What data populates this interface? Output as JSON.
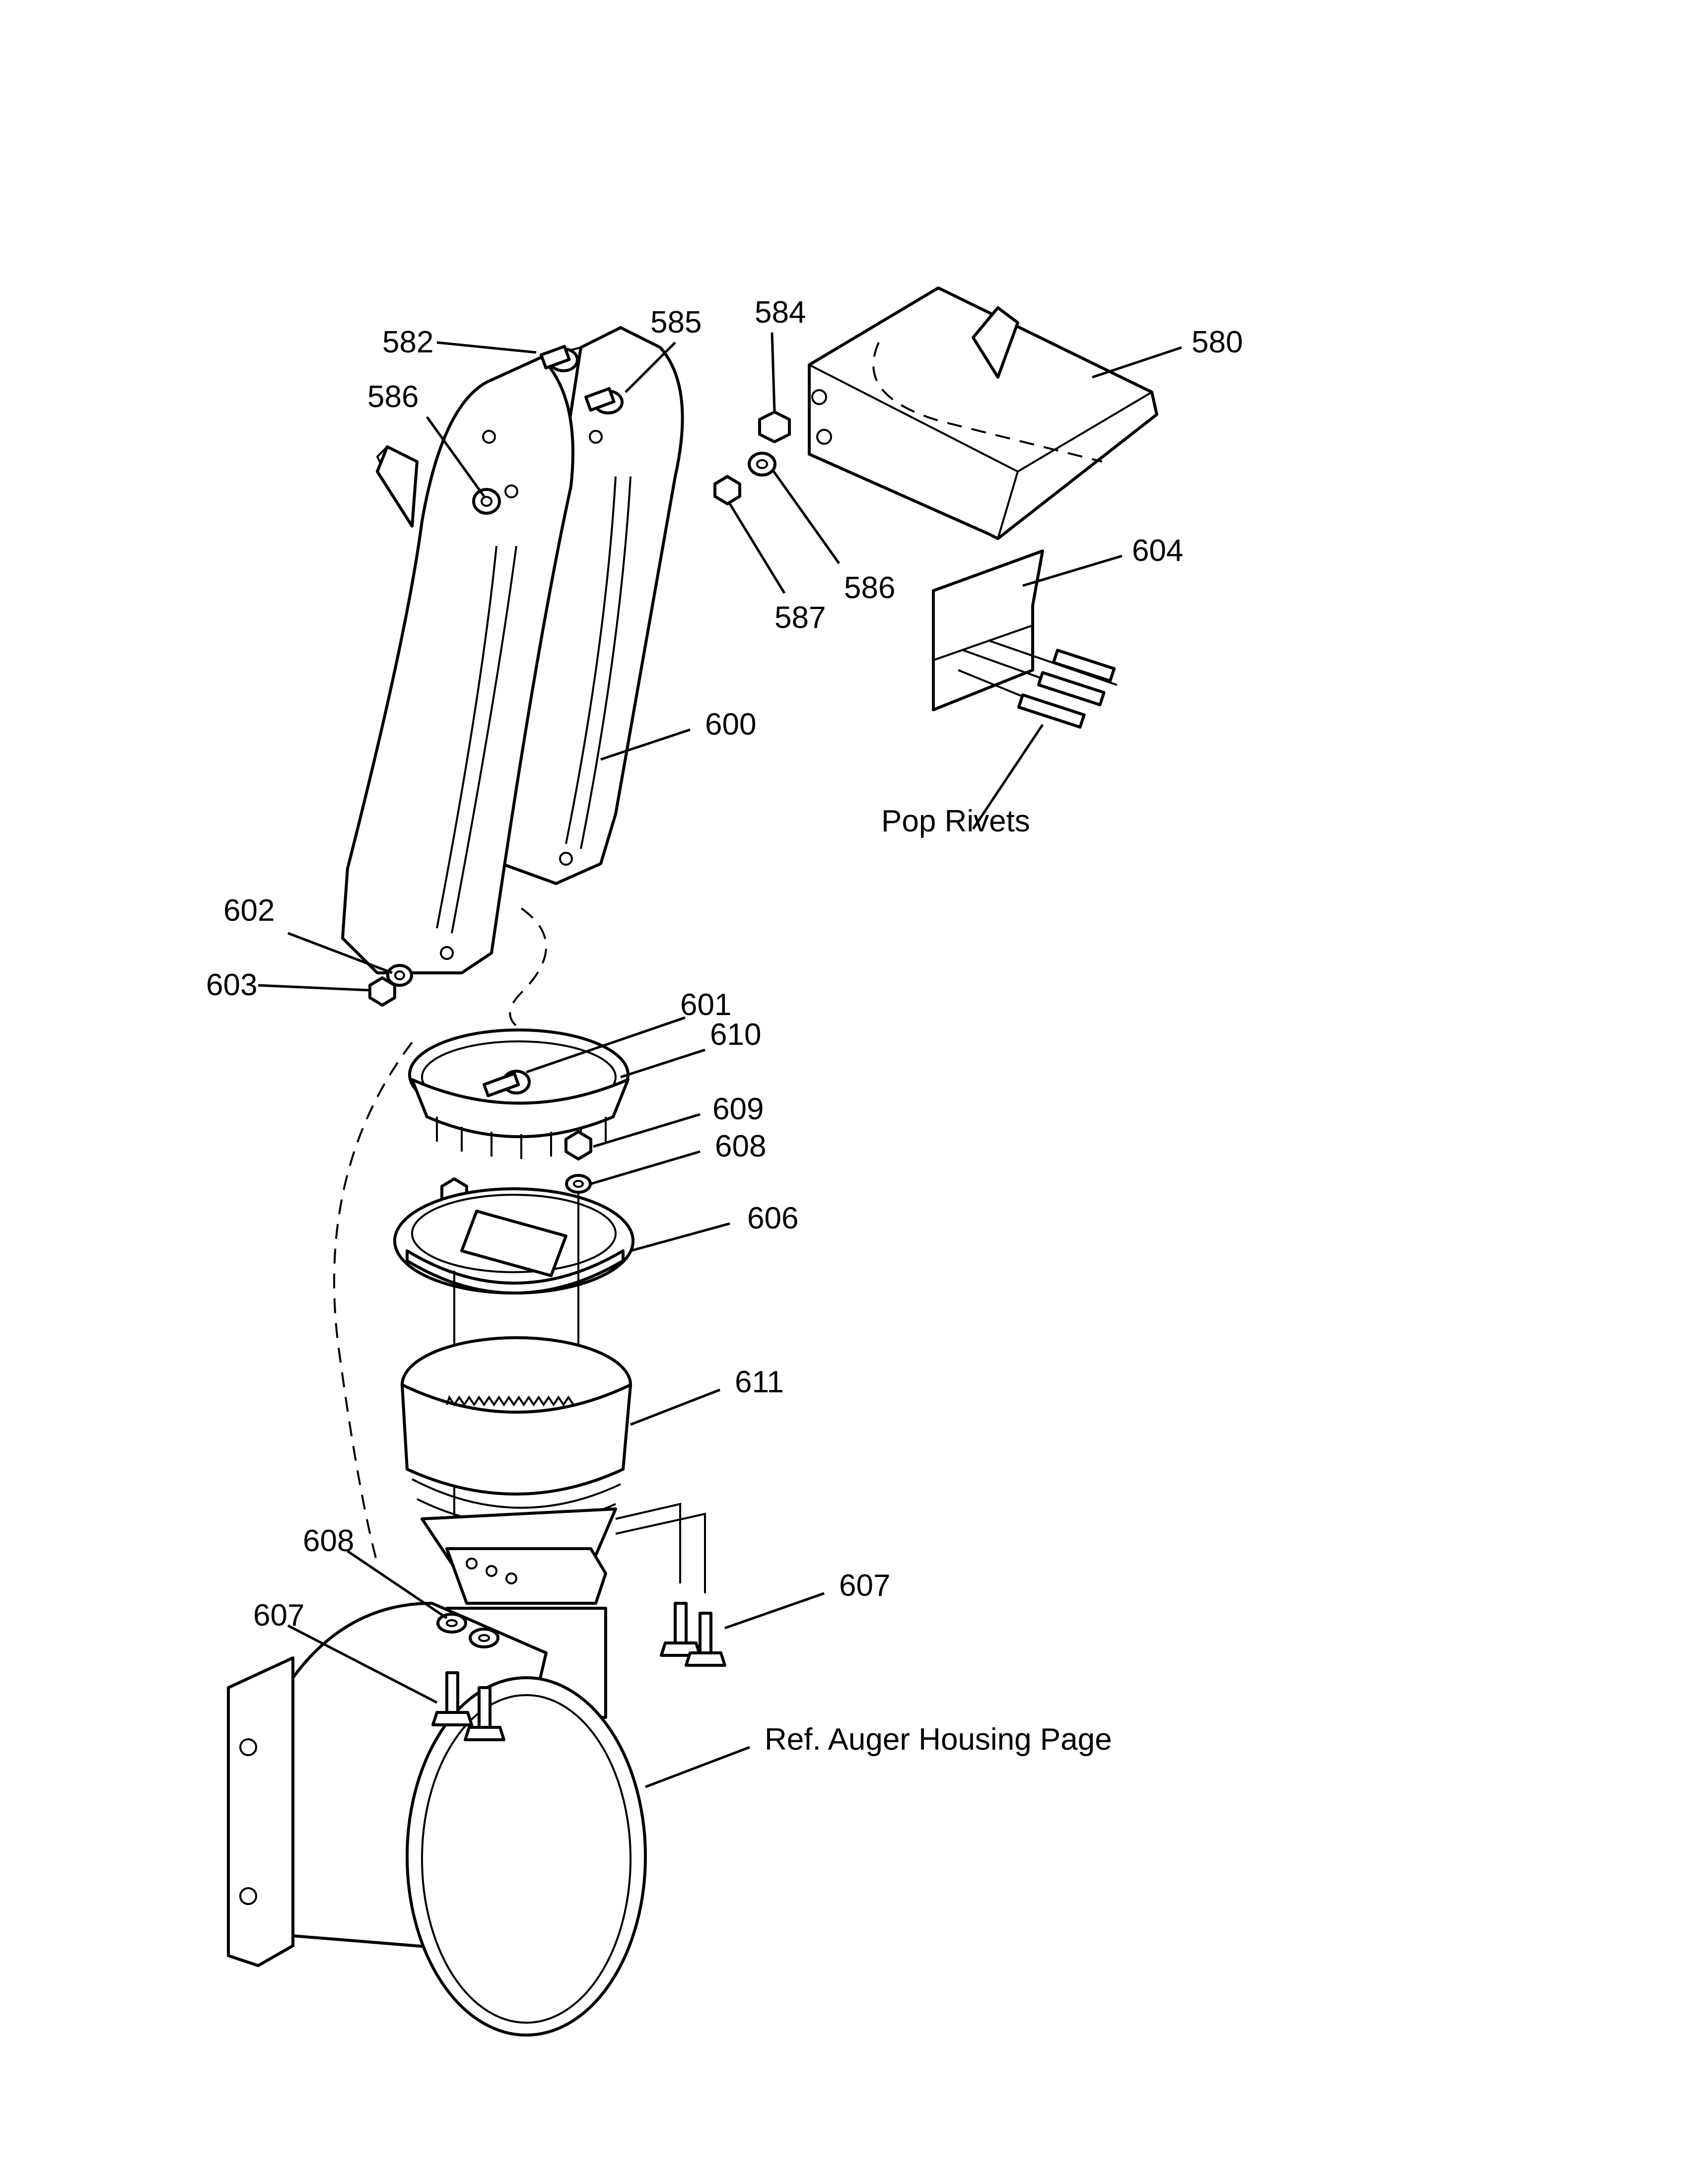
{
  "labels": {
    "p580": "580",
    "p582": "582",
    "p584": "584",
    "p585": "585",
    "p586a": "586",
    "p586b": "586",
    "p587": "587",
    "p600": "600",
    "p601": "601",
    "p602": "602",
    "p603": "603",
    "p604": "604",
    "p606": "606",
    "p607a": "607",
    "p607b": "607",
    "p608a": "608",
    "p608b": "608",
    "p609": "609",
    "p610": "610",
    "p611": "611",
    "pop_rivets": "Pop Rivets",
    "ref_auger": "Ref. Auger Housing Page"
  }
}
